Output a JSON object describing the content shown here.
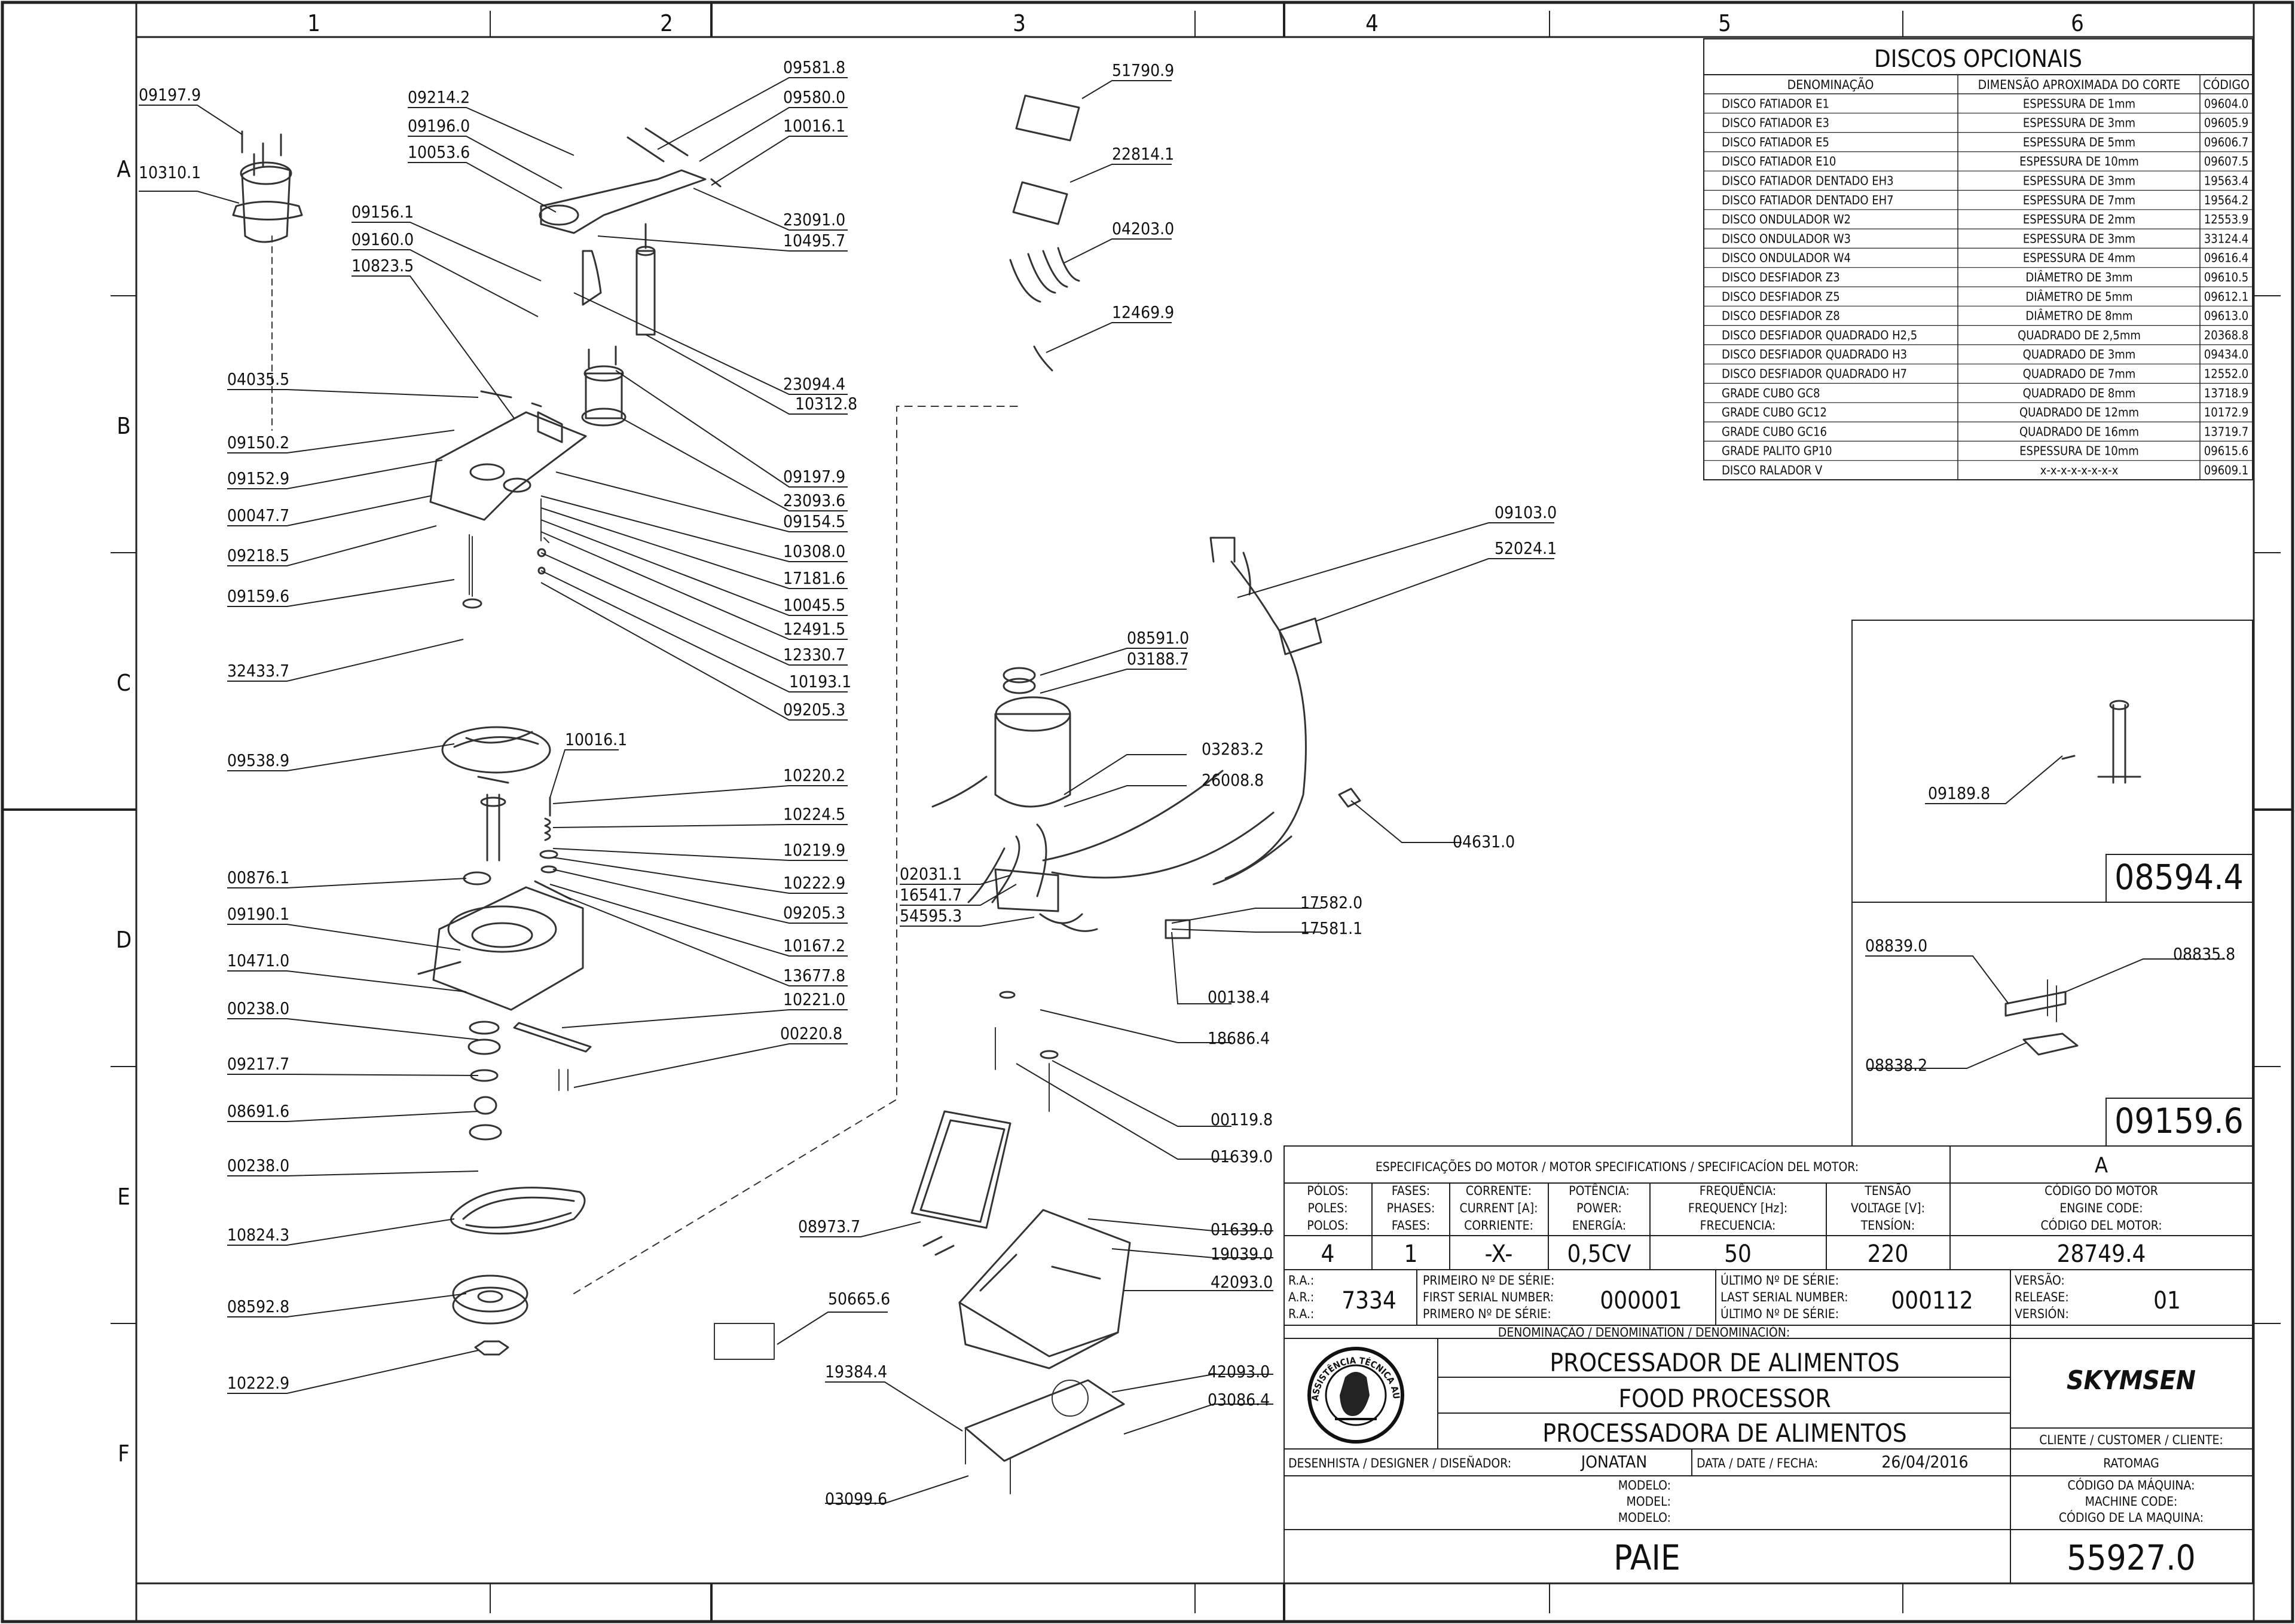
{
  "grid": {
    "columns": [
      "1",
      "2",
      "3",
      "4",
      "5",
      "6"
    ],
    "rows": [
      "A",
      "B",
      "C",
      "D",
      "E",
      "F"
    ]
  },
  "parts": {
    "main": [
      "09197.9",
      "10310.1",
      "09214.2",
      "09196.0",
      "10053.6",
      "09581.8",
      "09580.0",
      "10016.1",
      "23091.0",
      "10495.7",
      "09156.1",
      "09160.0",
      "10823.5",
      "04035.5",
      "09150.2",
      "09152.9",
      "00047.7",
      "09218.5",
      "09159.6",
      "32433.7",
      "23094.4",
      "10312.8",
      "09197.9",
      "23093.6",
      "09154.5",
      "10308.0",
      "17181.6",
      "10045.5",
      "12491.5",
      "12330.7",
      "10193.1",
      "09205.3",
      "09538.9",
      "10016.1",
      "10220.2",
      "10224.5",
      "10219.9",
      "10222.9",
      "09205.3",
      "10167.2",
      "13677.8",
      "00876.1",
      "09190.1",
      "10471.0",
      "00238.0",
      "10221.0",
      "00220.8",
      "09217.7",
      "08691.6",
      "00238.0",
      "10824.3",
      "08592.8",
      "10222.9",
      "51790.9",
      "22814.1",
      "04203.0",
      "12469.9",
      "09103.0",
      "52024.1",
      "08591.0",
      "03188.7",
      "03283.2",
      "26008.8",
      "04631.0",
      "02031.1",
      "16541.7",
      "54595.3",
      "17582.0",
      "17581.1",
      "00138.4",
      "18686.4",
      "00119.8",
      "01639.0",
      "08973.7",
      "01639.0",
      "19039.0",
      "42093.0",
      "50665.6",
      "19384.4",
      "42093.0",
      "03086.4",
      "03099.6"
    ],
    "detail1": {
      "part": "09189.8",
      "assembly": "08594.4"
    },
    "detail2": {
      "parts": [
        "08839.0",
        "08835.8",
        "08838.2"
      ],
      "assembly": "09159.6"
    }
  },
  "discs": {
    "title": "DISCOS OPCIONAIS",
    "headers": [
      "DENOMINAÇÃO",
      "DIMENSÃO APROXIMADA DO CORTE",
      "CÓDIGO"
    ],
    "rows": [
      [
        "DISCO FATIADOR E1",
        "ESPESSURA DE 1mm",
        "09604.0"
      ],
      [
        "DISCO FATIADOR E3",
        "ESPESSURA DE 3mm",
        "09605.9"
      ],
      [
        "DISCO FATIADOR E5",
        "ESPESSURA DE 5mm",
        "09606.7"
      ],
      [
        "DISCO FATIADOR E10",
        "ESPESSURA DE 10mm",
        "09607.5"
      ],
      [
        "DISCO FATIADOR DENTADO EH3",
        "ESPESSURA DE 3mm",
        "19563.4"
      ],
      [
        "DISCO FATIADOR DENTADO EH7",
        "ESPESSURA DE 7mm",
        "19564.2"
      ],
      [
        "DISCO ONDULADOR W2",
        "ESPESSURA DE 2mm",
        "12553.9"
      ],
      [
        "DISCO ONDULADOR W3",
        "ESPESSURA DE 3mm",
        "33124.4"
      ],
      [
        "DISCO ONDULADOR W4",
        "ESPESSURA DE 4mm",
        "09616.4"
      ],
      [
        "DISCO DESFIADOR Z3",
        "DIÂMETRO DE 3mm",
        "09610.5"
      ],
      [
        "DISCO DESFIADOR Z5",
        "DIÂMETRO DE 5mm",
        "09612.1"
      ],
      [
        "DISCO DESFIADOR Z8",
        "DIÂMETRO DE 8mm",
        "09613.0"
      ],
      [
        "DISCO DESFIADOR QUADRADO H2,5",
        "QUADRADO DE 2,5mm",
        "20368.8"
      ],
      [
        "DISCO DESFIADOR QUADRADO H3",
        "QUADRADO DE 3mm",
        "09434.0"
      ],
      [
        "DISCO DESFIADOR QUADRADO H7",
        "QUADRADO DE 7mm",
        "12552.0"
      ],
      [
        "GRADE CUBO GC8",
        "QUADRADO DE 8mm",
        "13718.9"
      ],
      [
        "GRADE CUBO GC12",
        "QUADRADO DE 12mm",
        "10172.9"
      ],
      [
        "GRADE CUBO GC16",
        "QUADRADO DE 16mm",
        "13719.7"
      ],
      [
        "GRADE PALITO GP10",
        "ESPESSURA DE 10mm",
        "09615.6"
      ],
      [
        "DISCO RALADOR V",
        "x-x-x-x-x-x-x-x",
        "09609.1"
      ]
    ]
  },
  "title_block": {
    "motor_header": "ESPECIFICAÇÕES DO MOTOR / MOTOR SPECIFICATIONS / SPECIFICACÍON DEL MOTOR:",
    "revision": "A",
    "specs": [
      {
        "l1": "PÓLOS:",
        "l2": "POLES:",
        "l3": "POLOS:",
        "value": "4"
      },
      {
        "l1": "FASES:",
        "l2": "PHASES:",
        "l3": "FASES:",
        "value": "1"
      },
      {
        "l1": "CORRENTE:",
        "l2": "CURRENT [A]:",
        "l3": "CORRIENTE:",
        "value": "-X-"
      },
      {
        "l1": "POTÊNCIA:",
        "l2": "POWER:",
        "l3": "ENERGÍA:",
        "value": "0,5CV"
      },
      {
        "l1": "FREQUÊNCIA:",
        "l2": "FREQUENCY [Hz]:",
        "l3": "FRECUENCIA:",
        "value": "50"
      },
      {
        "l1": "TENSÃO",
        "l2": "VOLTAGE [V]:",
        "l3": "TENSÍON:",
        "value": "220"
      },
      {
        "l1": "CÓDIGO DO MOTOR",
        "l2": "ENGINE CODE:",
        "l3": "CÓDIGO DEL MOTOR:",
        "value": "28749.4"
      }
    ],
    "ra_labels": [
      "R.A.:",
      "A.R.:",
      "R.A.:"
    ],
    "ra_value": "7334",
    "first_serial_labels": [
      "PRIMEIRO Nº DE SÉRIE:",
      "FIRST SERIAL NUMBER:",
      "PRIMERO Nº DE SÉRIE:"
    ],
    "first_serial": "000001",
    "last_serial_labels": [
      "ÚLTIMO Nº DE SÉRIE:",
      "LAST SERIAL NUMBER:",
      "ÚLTIMO Nº DE SÉRIE:"
    ],
    "last_serial": "000112",
    "version_labels": [
      "VERSÃO:",
      "RELEASE:",
      "VERSIÓN:"
    ],
    "version": "01",
    "denomination_header": "DENOMINAÇÃO / DENOMINATION / DENOMINACIÓN:",
    "names": [
      "PROCESSADOR DE ALIMENTOS",
      "FOOD PROCESSOR",
      "PROCESSADORA DE ALIMENTOS"
    ],
    "logo_stamp": "ASSISTÊNCIA TÉCNICA AUTORIZADA",
    "brand": "SKYMSEN",
    "customer_label": "CLIENTE / CUSTOMER / CLIENTE:",
    "customer": "RATOMAG",
    "designer_label": "DESENHISTA / DESIGNER / DISEÑADOR:",
    "designer": "JONATAN",
    "date_label": "DATA / DATE / FECHA:",
    "date": "26/04/2016",
    "model_labels": [
      "MODELO:",
      "MODEL:",
      "MODELO:"
    ],
    "machine_code_labels": [
      "CÓDIGO DA MÁQUINA:",
      "MACHINE CODE:",
      "CÓDIGO DE LA MAQUINA:"
    ],
    "model": "PAIE",
    "machine_code": "55927.0"
  }
}
